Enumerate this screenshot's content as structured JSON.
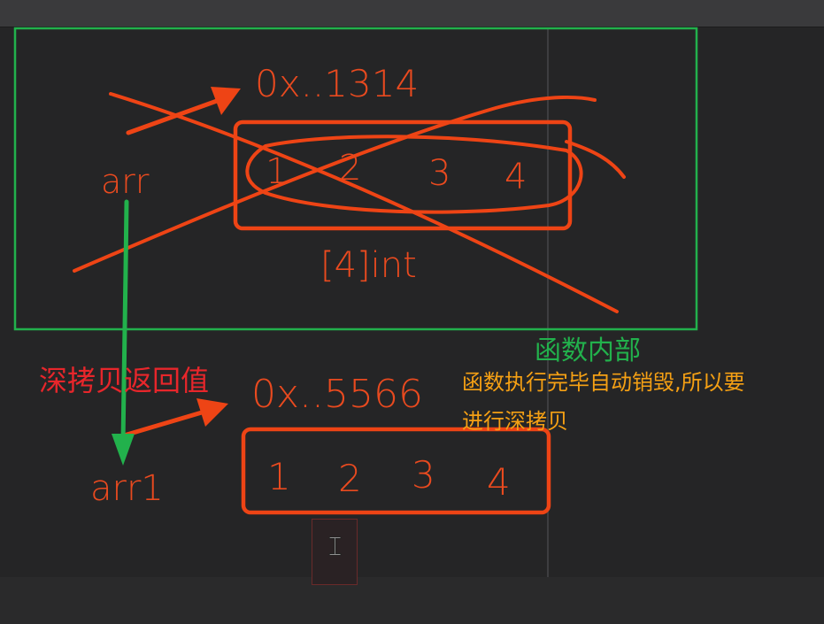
{
  "scope_box": {
    "label": "函数内部",
    "color": "#22b14c"
  },
  "original": {
    "var_name": "arr",
    "address": "0x..1314",
    "values": [
      "1",
      "2",
      "3",
      "4"
    ],
    "type_label": "[4]int"
  },
  "copy": {
    "var_name": "arr1",
    "address": "0x..5566",
    "values": [
      "1",
      "2",
      "3",
      "4"
    ]
  },
  "annotations": {
    "deep_copy_return": "深拷贝返回值",
    "explanation_line1": "函数执行完毕自动销毁,所以要",
    "explanation_line2": "进行深拷贝"
  },
  "colors": {
    "sketch": "#ee4415",
    "scope": "#22b14c",
    "red_label": "#e8262b",
    "orange_text": "#f5a014",
    "background": "#252526"
  },
  "icons": {
    "cursor": "text-cursor-icon"
  }
}
